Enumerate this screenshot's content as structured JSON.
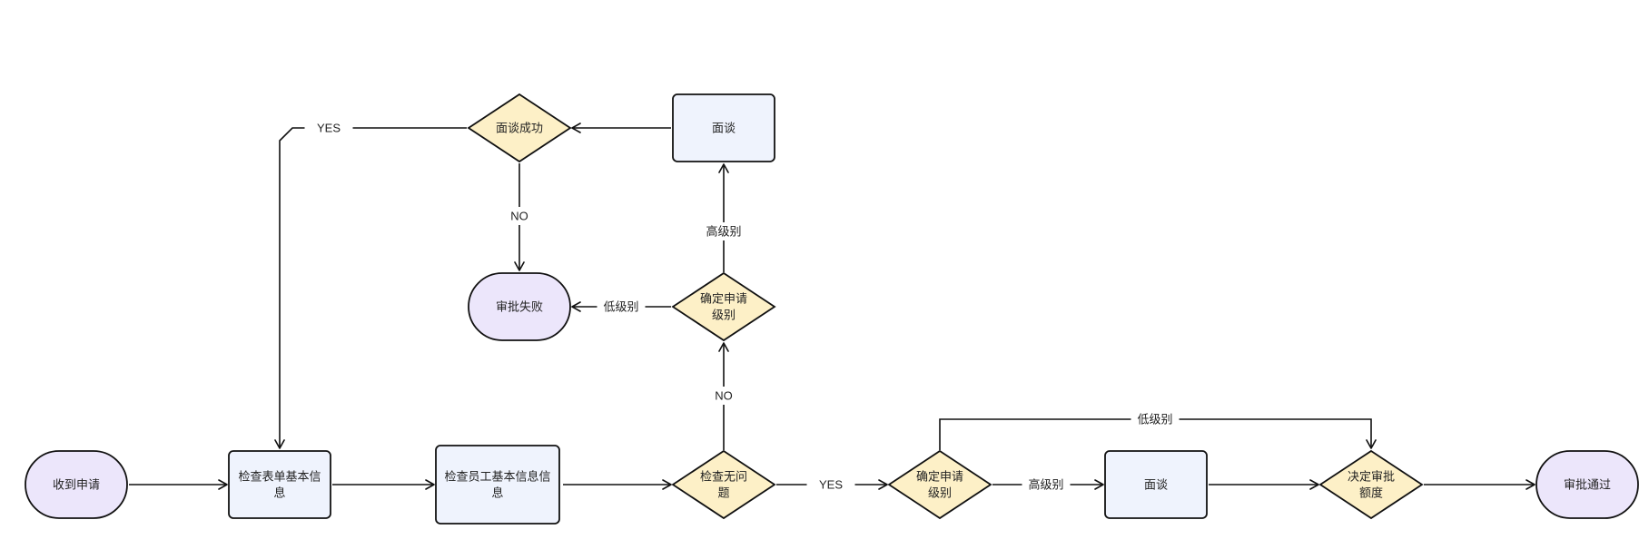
{
  "colors": {
    "terminal_fill": "#ece6fb",
    "process_fill": "#eff3fd",
    "decision_fill": "#fdf0c7",
    "stroke": "#111111"
  },
  "nodes": [
    {
      "id": "receive",
      "kind": "terminal",
      "lines": [
        "收到申请"
      ]
    },
    {
      "id": "check_form",
      "kind": "process",
      "lines": [
        "检查表单基本信",
        "息"
      ]
    },
    {
      "id": "check_employee",
      "kind": "process",
      "lines": [
        "检查员工基本信息信",
        "息"
      ]
    },
    {
      "id": "check_ok",
      "kind": "decision",
      "lines": [
        "检查无问",
        "题"
      ]
    },
    {
      "id": "level_a",
      "kind": "decision",
      "lines": [
        "确定申请",
        "级别"
      ]
    },
    {
      "id": "interview_a",
      "kind": "process",
      "lines": [
        "面谈"
      ]
    },
    {
      "id": "decide_amount",
      "kind": "decision",
      "lines": [
        "决定审批",
        "额度"
      ]
    },
    {
      "id": "approved",
      "kind": "terminal",
      "lines": [
        "审批通过"
      ]
    },
    {
      "id": "level_b",
      "kind": "decision",
      "lines": [
        "确定申请",
        "级别"
      ]
    },
    {
      "id": "rejected",
      "kind": "terminal",
      "lines": [
        "审批失败"
      ]
    },
    {
      "id": "interview_b",
      "kind": "process",
      "lines": [
        "面谈"
      ]
    },
    {
      "id": "interview_ok",
      "kind": "decision",
      "lines": [
        "面谈成功"
      ]
    }
  ],
  "edges": [
    {
      "from": "receive",
      "to": "check_form",
      "label": ""
    },
    {
      "from": "check_form",
      "to": "check_employee",
      "label": ""
    },
    {
      "from": "check_employee",
      "to": "check_ok",
      "label": ""
    },
    {
      "from": "check_ok",
      "to": "level_a",
      "label": "YES"
    },
    {
      "from": "level_a",
      "to": "interview_a",
      "label": "高级别"
    },
    {
      "from": "interview_a",
      "to": "decide_amount",
      "label": ""
    },
    {
      "from": "level_a",
      "to": "decide_amount",
      "label": "低级别"
    },
    {
      "from": "decide_amount",
      "to": "approved",
      "label": ""
    },
    {
      "from": "check_ok",
      "to": "level_b",
      "label": "NO"
    },
    {
      "from": "level_b",
      "to": "rejected",
      "label": "低级别"
    },
    {
      "from": "level_b",
      "to": "interview_b",
      "label": "高级别"
    },
    {
      "from": "interview_b",
      "to": "interview_ok",
      "label": ""
    },
    {
      "from": "interview_ok",
      "to": "rejected",
      "label": "NO"
    },
    {
      "from": "interview_ok",
      "to": "check_form",
      "label": "YES"
    }
  ]
}
